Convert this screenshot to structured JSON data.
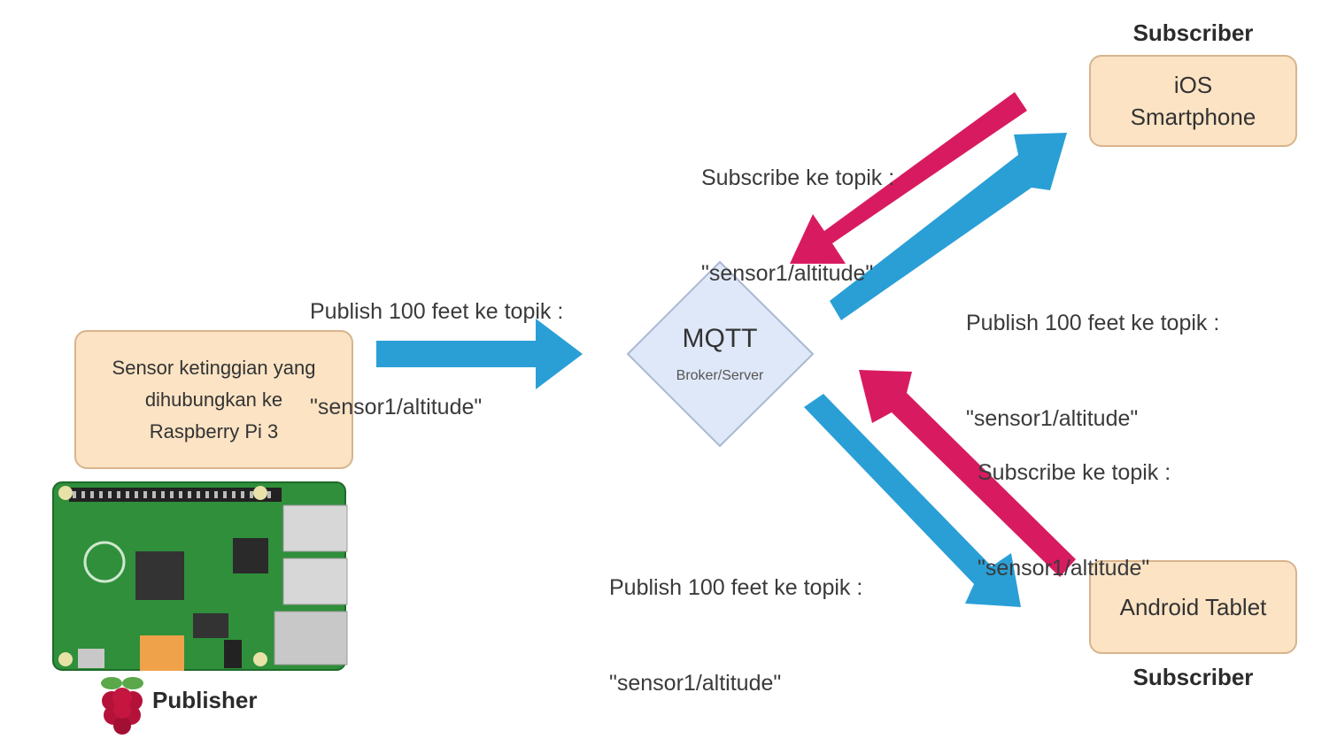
{
  "publisher": {
    "node_text": [
      "Sensor ketinggian yang",
      "dihubungkan ke",
      "Raspberry Pi 3"
    ],
    "role": "Publisher"
  },
  "broker": {
    "title": "MQTT",
    "subtitle": "Broker/Server"
  },
  "ios": {
    "node_text": [
      "iOS",
      "Smartphone"
    ],
    "role": "Subscriber"
  },
  "android": {
    "node_text": "Android Tablet",
    "role": "Subscriber"
  },
  "messages": {
    "pub_to_broker": [
      "Publish 100 feet ke topik :",
      "\"sensor1/altitude\""
    ],
    "ios_subscribe": [
      "Subscribe ke topik :",
      "\"sensor1/altitude\""
    ],
    "broker_to_ios": [
      "Publish 100 feet ke topik :",
      "\"sensor1/altitude\""
    ],
    "android_subscribe": [
      "Subscribe ke topik :",
      "\"sensor1/altitude\""
    ],
    "broker_to_android": [
      "Publish 100 feet ke topik :",
      "\"sensor1/altitude\""
    ]
  },
  "colors": {
    "publish_arrow": "#2a9fd6",
    "subscribe_arrow": "#d81b60",
    "node_fill": "#fbe3c4",
    "diamond_fill": "#dfe8f8"
  }
}
